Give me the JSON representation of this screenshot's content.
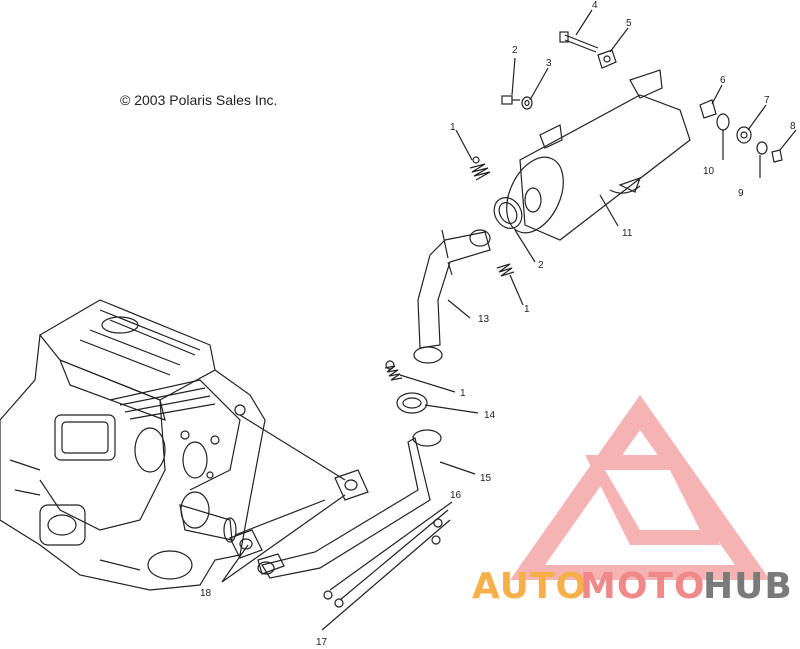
{
  "copyright": "© 2003 Polaris Sales Inc.",
  "watermark": {
    "part1": "AUTO",
    "part2": "MOTO",
    "part3": "HUB",
    "colors": {
      "orange": "#f5b04a",
      "red": "#f08a8a",
      "gray": "#7a7a7a"
    }
  },
  "callouts": [
    "1",
    "2",
    "3",
    "4",
    "5",
    "6",
    "7",
    "8",
    "9",
    "10",
    "11",
    "1",
    "2",
    "1",
    "13",
    "1",
    "14",
    "15",
    "16",
    "18",
    "17"
  ]
}
